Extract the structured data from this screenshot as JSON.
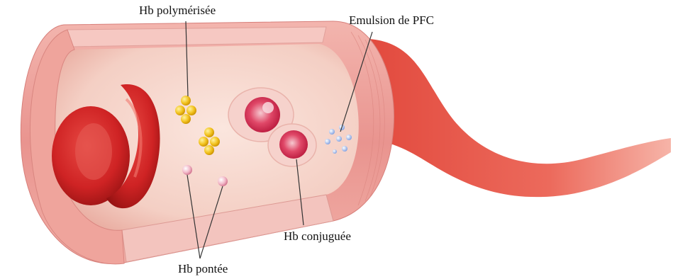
{
  "labels": {
    "hb_polymerisee": "Hb polymérisée",
    "emulsion_pfc": "Emulsion de PFC",
    "hb_conjuguee": "Hb conjuguée",
    "hb_pontee": "Hb pontée"
  },
  "colors": {
    "vessel_wall": "#ec9a9a",
    "vessel_inner": "#f7dcd6",
    "red_blood_cell": "#d42c2c",
    "polymerized_hb": "#f2c21e",
    "conjugated_hb": "#d8204a",
    "pfc_emulsion": "#8eaee8",
    "crosslinked_hb": "#f2b8c8",
    "tail": "#e8493e"
  }
}
